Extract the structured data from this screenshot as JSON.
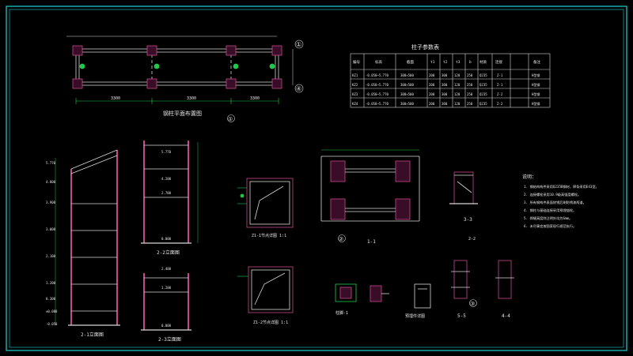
{
  "drawing": {
    "frame_color": "#1fd1d1",
    "line_color": "#d8d8d8",
    "column_color": "#c24a8a",
    "node_color": "#22c84a",
    "dim_color": "#18c070",
    "axis_markers": [
      "①",
      "②",
      "③",
      "④",
      "⑤",
      "⑥"
    ],
    "grid_marks": {
      "a": "①",
      "b": "④"
    },
    "column_table": {
      "title": "柱子参数表",
      "headers": [
        "编号",
        "标高",
        "截面",
        "t1",
        "t2",
        "t3",
        "b",
        "材质",
        "连接",
        "备注"
      ],
      "rows": [
        [
          "KZ1",
          "-0.050~5.770",
          "300×500",
          "200",
          "300",
          "120",
          "250",
          "Q235",
          "Z-1",
          "H型钢"
        ],
        [
          "KZ2",
          "-0.050~5.770",
          "300×500",
          "200",
          "300",
          "120",
          "250",
          "Q235",
          "Z-1",
          "H型钢"
        ],
        [
          "KZ3",
          "-0.050~5.770",
          "300×500",
          "200",
          "300",
          "120",
          "250",
          "Q235",
          "Z-2",
          "H型钢"
        ],
        [
          "KZ4",
          "-0.050~5.770",
          "300×500",
          "200",
          "300",
          "120",
          "250",
          "Q235",
          "Z-2",
          "H型钢"
        ]
      ]
    },
    "plan_title": "钢柱平面布置图",
    "plan_dims": [
      "3300",
      "3300",
      "3300"
    ],
    "elevations": [
      {
        "name": "elev-1",
        "title": "2-1立面图",
        "levels": [
          "5.770",
          "4.800",
          "3.900",
          "3.000",
          "2.100",
          "1.200",
          "0.300",
          "±0.000",
          "-0.050"
        ]
      },
      {
        "name": "elev-2",
        "title": "2-2立面图",
        "levels": [
          "5.770",
          "4.200",
          "2.700",
          "0.000"
        ]
      },
      {
        "name": "elev-3",
        "title": "2-3立面图",
        "levels": [
          "2.400",
          "1.200",
          "0.000"
        ]
      }
    ],
    "sections": {
      "s1": "Z1-1节点详图 1:1",
      "s2": "Z1-2节点详图 1:1",
      "s11": "1-1",
      "s22": "2-2",
      "s33": "3-3",
      "s44": "4-4",
      "s55": "5-5",
      "small1": "柱脚-1",
      "small2": "预埋件详图"
    },
    "notes": {
      "title": "说明：",
      "items": [
        "1. 钢结构构件采用Q235B钢材，焊条采用E43型。",
        "2. 连接螺栓采用10.9级高强度螺栓。",
        "3. 所有钢构件表面除锈后刷防锈漆两道。",
        "4. 钢柱与基础连接采用预埋锚栓。",
        "5. 焊缝高度除注明外均为6mm。",
        "6. 未尽事宜按国家现行规范执行。"
      ]
    }
  }
}
